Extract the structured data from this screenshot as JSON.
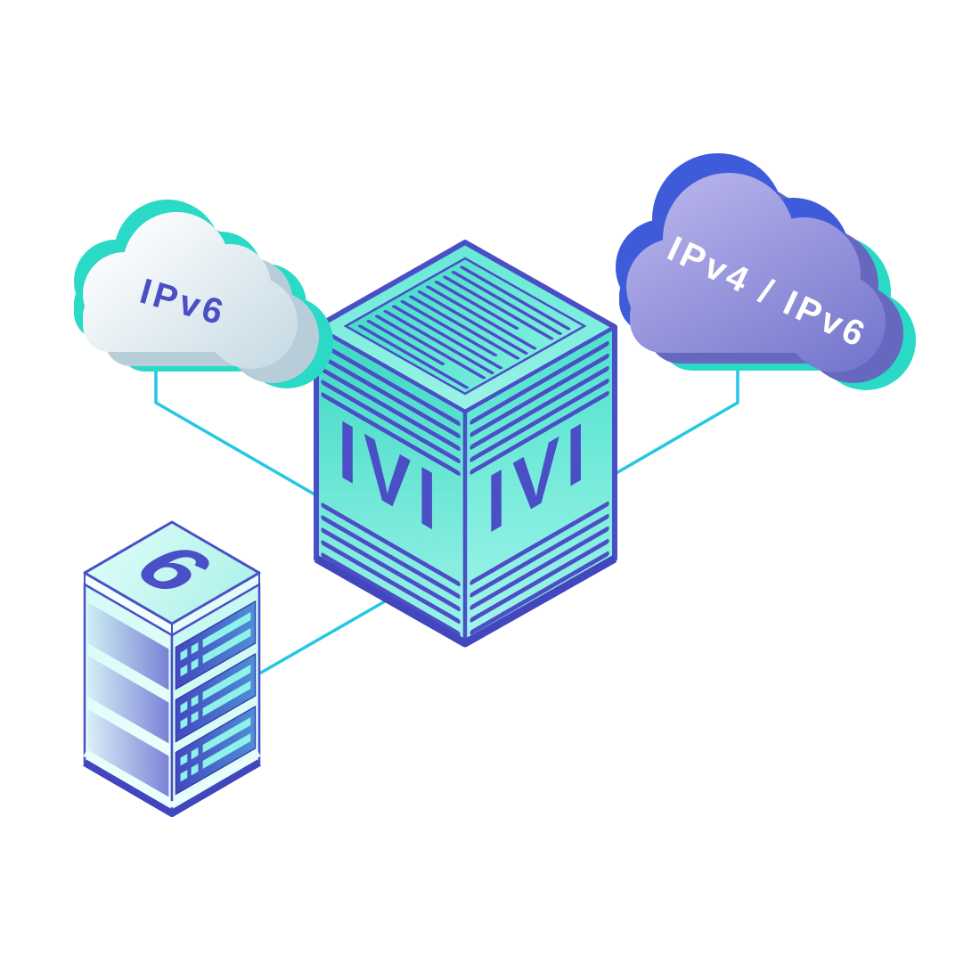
{
  "diagram": {
    "clouds": {
      "left": {
        "label": "IPv6"
      },
      "right": {
        "label": "IPv4 / IPv6"
      }
    },
    "translator_box": {
      "left_face_label": "IVI",
      "right_face_label": "IVI"
    },
    "server": {
      "top_label": "6"
    },
    "colors": {
      "teal": "#2BD9C7",
      "indigo": "#4B4FC6",
      "connection_cyan": "#25C7E3",
      "cloud_purple": "#8587D6",
      "accent_blue": "#3E5CDA",
      "cloud_white": "#FFFFFF"
    }
  }
}
